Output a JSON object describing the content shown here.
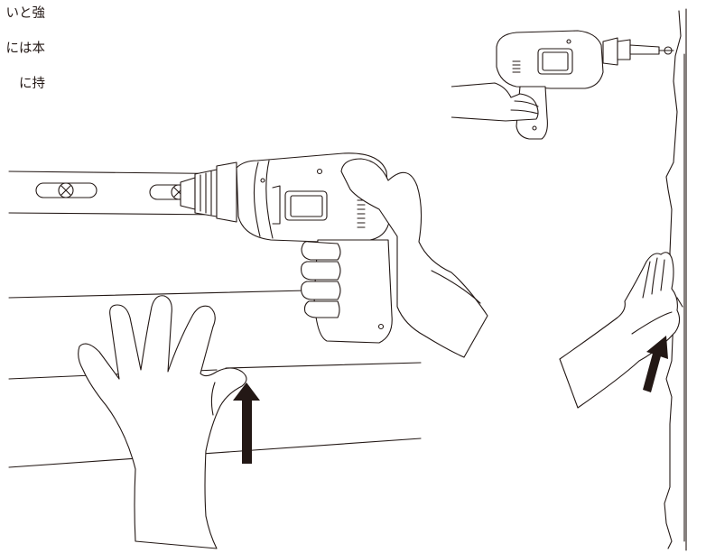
{
  "instruction_text": {
    "line1": "いと強",
    "line2": "には本",
    "line3": "に持"
  },
  "colors": {
    "ink": "#231815",
    "background": "#ffffff"
  },
  "illustration": {
    "main_scene": "drill-driving-screw-into-siding-while-hand-pushes-board-up",
    "inset_scene": "side-view-drill-screwing-siding-with-hand-pushing-up",
    "arrow_direction": "up"
  }
}
